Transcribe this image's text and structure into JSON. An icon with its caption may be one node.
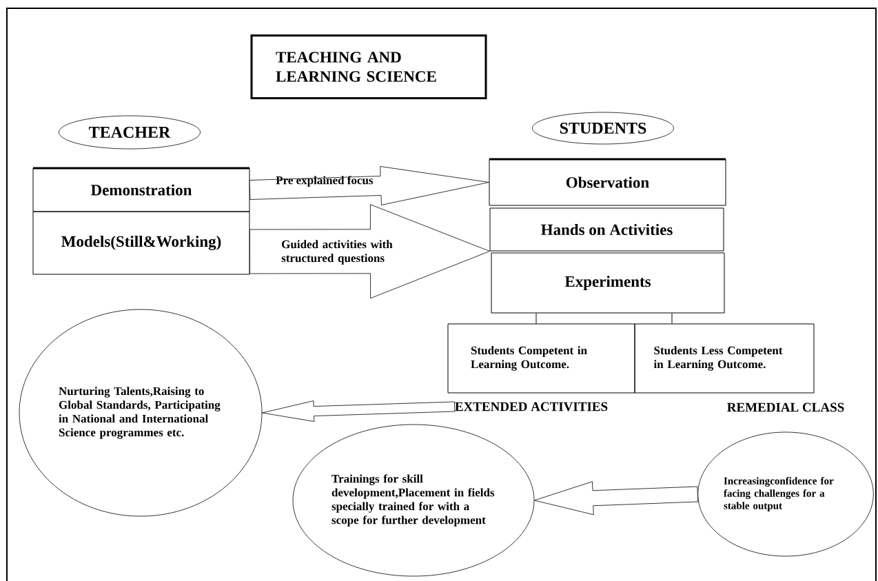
{
  "diagram": {
    "nodes": [
      {
        "text": [
          "TEACHING AND LEARNING SCIENCE"
        ]
      },
      {
        "text": [
          "TEACHER"
        ]
      },
      {
        "text": [
          "Demonstration"
        ]
      },
      {
        "text": [
          "Models(Still&Working)"
        ]
      },
      {
        "text": [
          "STUDENTS"
        ]
      },
      {
        "text": [
          "Observation"
        ]
      },
      {
        "text": [
          "Hands on Activities"
        ]
      },
      {
        "text": [
          "Experiments"
        ]
      },
      {
        "text": [
          "Students Competent in Learning Outcome."
        ]
      },
      {
        "text": [
          "Students Less Competent in Learning Outcome."
        ]
      },
      {
        "text": [
          "EXTENDED ACTIVITIES"
        ]
      },
      {
        "text": [
          "Nurturing Talents,Raising to Global Standards, Participating in National and International Science programmes etc."
        ]
      },
      {
        "text": [
          "Trainings for skill development,Placement in fields specially trained for with a scope for further development"
        ]
      },
      {
        "text": [
          "Increasingconfidence for facing challenges for a stable output"
        ]
      }
    ],
    "edges": [
      {
        "from": 2,
        "to": 5,
        "arrow": "to",
        "label": "Pre explained focus"
      },
      {
        "from": 3,
        "to": 6,
        "arrow": "to",
        "label": "Guided activities with structured questions"
      },
      {
        "from": 7,
        "to": 8,
        "arrow": "none"
      },
      {
        "from": 7,
        "to": 9,
        "arrow": "none"
      },
      {
        "from": 10,
        "to": 11,
        "arrow": "to"
      },
      {
        "from": 13,
        "to": 12,
        "arrow": "to"
      }
    ],
    "labels": [
      "REMEDIAL CLASS"
    ]
  }
}
